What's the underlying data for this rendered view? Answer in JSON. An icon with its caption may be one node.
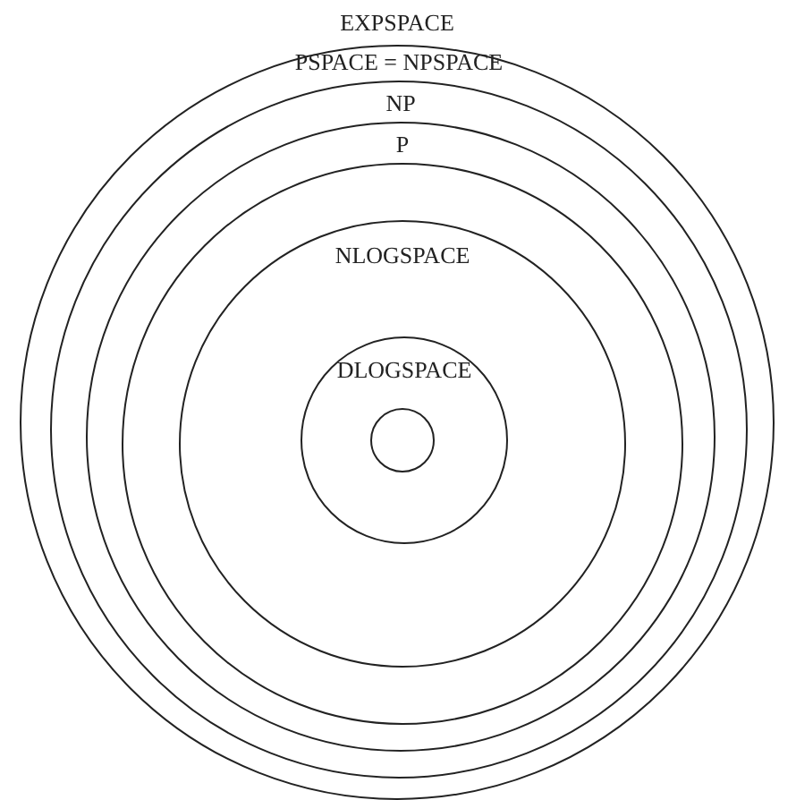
{
  "diagram": {
    "nodes": [
      {
        "text": [
          "EXPSPACE"
        ]
      },
      {
        "text": [
          "PSPACE = NPSPACE"
        ],
        "in": 0
      },
      {
        "text": [
          "NP"
        ],
        "in": 1
      },
      {
        "text": [
          "P"
        ],
        "in": 2
      },
      {
        "text": [
          "NLOGSPACE"
        ],
        "in": 3
      },
      {
        "text": [
          "DLOGSPACE"
        ],
        "in": 4
      },
      {
        "text": [],
        "shape": "circle",
        "in": 5
      }
    ]
  }
}
